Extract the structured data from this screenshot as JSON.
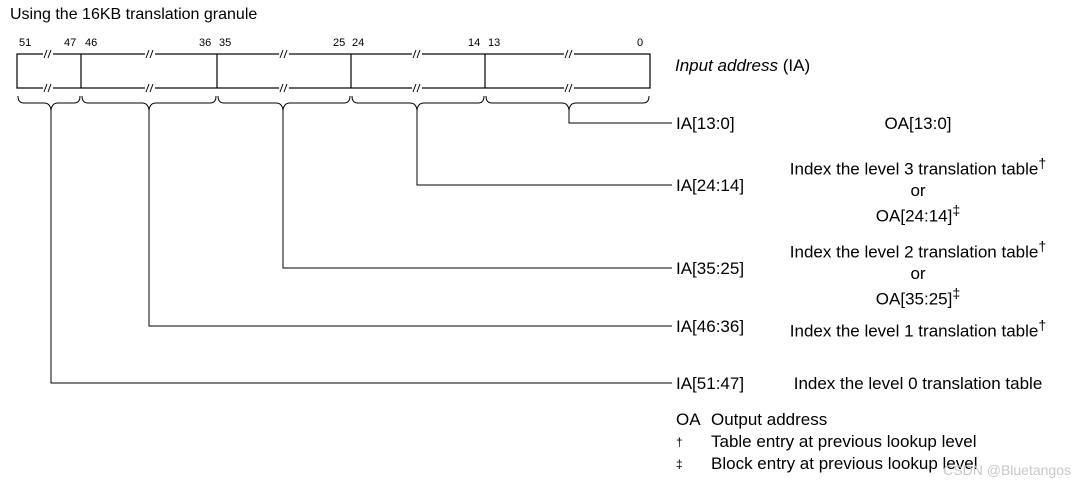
{
  "title": "Using the 16KB translation granule",
  "bit_labels": [
    "51",
    "47",
    "46",
    "36",
    "35",
    "25",
    "24",
    "14",
    "13",
    "0"
  ],
  "input_address_label": {
    "italic": "Input address",
    "suffix": " (IA)"
  },
  "ranges": [
    {
      "range": "IA[13:0]",
      "line1": "OA[13:0]"
    },
    {
      "range": "IA[24:14]",
      "line1": "Index the level 3 translation table",
      "line1_mark": "†",
      "line2": "or",
      "line3": "OA[24:14]",
      "line3_mark": "‡"
    },
    {
      "range": "IA[35:25]",
      "line1": "Index the level 2 translation table",
      "line1_mark": "†",
      "line2": "or",
      "line3": "OA[35:25]",
      "line3_mark": "‡"
    },
    {
      "range": "IA[46:36]",
      "line1": "Index the level 1 translation table",
      "line1_mark": "†"
    },
    {
      "range": "IA[51:47]",
      "line1": "Index the level 0 translation table"
    }
  ],
  "legend": [
    {
      "key": "OA",
      "text": "Output address"
    },
    {
      "key": "†",
      "text": "Table entry at previous lookup level"
    },
    {
      "key": "‡",
      "text": "Block entry at previous lookup level"
    }
  ],
  "watermark": "CSDN @Bluetangos"
}
